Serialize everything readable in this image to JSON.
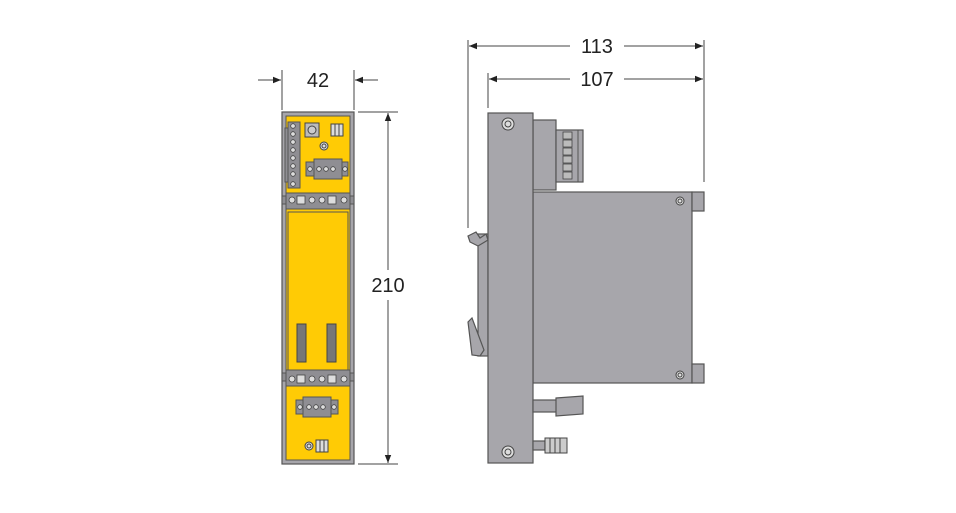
{
  "dimensions": {
    "front_width": "42",
    "front_height": "210",
    "side_total_depth": "113",
    "side_body_depth": "107"
  },
  "colors": {
    "housing": "#a7a6ab",
    "panel": "#ffcb05",
    "line": "#444444"
  }
}
